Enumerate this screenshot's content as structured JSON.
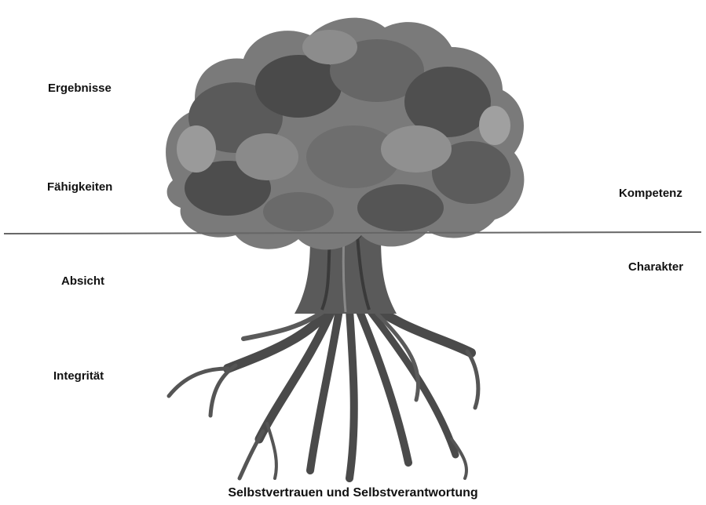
{
  "labels": {
    "left": [
      "Ergebnisse",
      "Fähigkeiten",
      "Absicht",
      "Integrität"
    ],
    "right_upper": "Kompetenz",
    "right_lower": "Charakter",
    "caption": "Selbstvertrauen und Selbstverantwortung"
  },
  "illustration": {
    "subject": "tree-with-roots",
    "palette": {
      "dark": "#3a3a3a",
      "mid": "#6e6e6e",
      "light": "#a8a8a8",
      "line": "#666666"
    }
  }
}
